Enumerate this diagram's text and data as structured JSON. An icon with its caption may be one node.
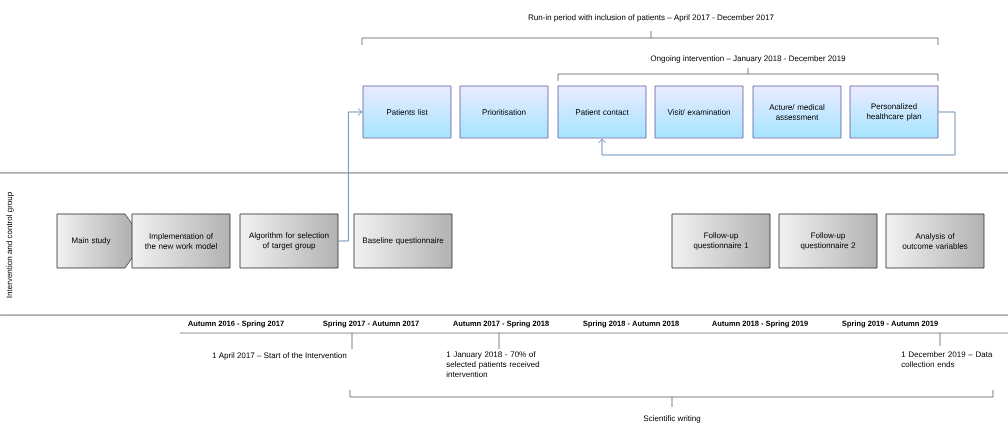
{
  "diagram": {
    "nodes": [
      {
        "text": [
          "Patients list"
        ]
      },
      {
        "text": [
          "Prioritisation"
        ]
      },
      {
        "text": [
          "Patient contact"
        ]
      },
      {
        "text": [
          "Visit/ examination"
        ]
      },
      {
        "text": [
          "Acture/ medical assessment"
        ]
      },
      {
        "text": [
          "Personalized healthcare plan"
        ]
      },
      {
        "text": [
          "Main study"
        ]
      },
      {
        "text": [
          "Implementation of the new work model"
        ]
      },
      {
        "text": [
          "Algorithm for selection of target group"
        ]
      },
      {
        "text": [
          "Baseline questionnaire"
        ]
      },
      {
        "text": [
          "Follow-up questionnaire 1"
        ]
      },
      {
        "text": [
          "Follow-up questionnaire 2"
        ]
      },
      {
        "text": [
          "Analysis of outcome variables"
        ]
      }
    ],
    "edges": [
      {
        "from": 8,
        "to": 0,
        "arrow": "to",
        "color": "#6f93b8"
      },
      {
        "from": 5,
        "to": 2,
        "arrow": "to",
        "color": "#6f93b8"
      }
    ],
    "labels": [
      "Intervention and control group",
      "Run-in period with inclusion of patients – April 2017 - December 2017",
      "Ongoing intervention – January 2018 - December 2019",
      "Autumn 2016 - Spring 2017",
      "Spring 2017 - Autumn 2017",
      "Autumn 2017 - Spring 2018",
      "Spring 2018 - Autumn 2018",
      "Autumn 2018 - Spring 2019",
      "Spring 2019 - Autumn 2019",
      "1 April 2017 – Start of the Intervention",
      "1 January 2018 - 70% of selected patients received intervention",
      "1 December 2019 – Data collection ends",
      "Scientific writing"
    ]
  }
}
